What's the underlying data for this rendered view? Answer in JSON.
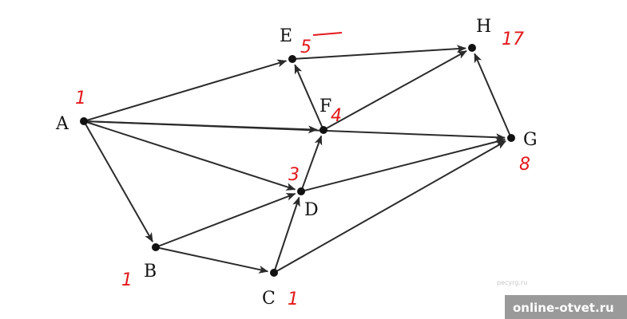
{
  "graph": {
    "nodes": [
      {
        "id": "A",
        "label": "A",
        "annotation": "1"
      },
      {
        "id": "B",
        "label": "B",
        "annotation": "1"
      },
      {
        "id": "C",
        "label": "C",
        "annotation": "1"
      },
      {
        "id": "D",
        "label": "D",
        "annotation": "3"
      },
      {
        "id": "E",
        "label": "E",
        "annotation": "5"
      },
      {
        "id": "F",
        "label": "F",
        "annotation": "4"
      },
      {
        "id": "G",
        "label": "G",
        "annotation": "8"
      },
      {
        "id": "H",
        "label": "H",
        "annotation": "17"
      }
    ],
    "edges": [
      {
        "from": "A",
        "to": "E"
      },
      {
        "from": "A",
        "to": "F"
      },
      {
        "from": "A",
        "to": "D"
      },
      {
        "from": "A",
        "to": "G"
      },
      {
        "from": "A",
        "to": "B"
      },
      {
        "from": "B",
        "to": "D"
      },
      {
        "from": "B",
        "to": "C"
      },
      {
        "from": "C",
        "to": "D"
      },
      {
        "from": "C",
        "to": "G"
      },
      {
        "from": "D",
        "to": "F"
      },
      {
        "from": "D",
        "to": "G"
      },
      {
        "from": "F",
        "to": "E"
      },
      {
        "from": "F",
        "to": "H"
      },
      {
        "from": "E",
        "to": "H"
      },
      {
        "from": "G",
        "to": "H"
      }
    ]
  },
  "colors": {
    "edge": "#2a2a2a",
    "node": "#111111",
    "annotation": "#e3191c"
  },
  "watermark": {
    "small": "pecyrg.ru",
    "site": "online-otvet.ru"
  }
}
